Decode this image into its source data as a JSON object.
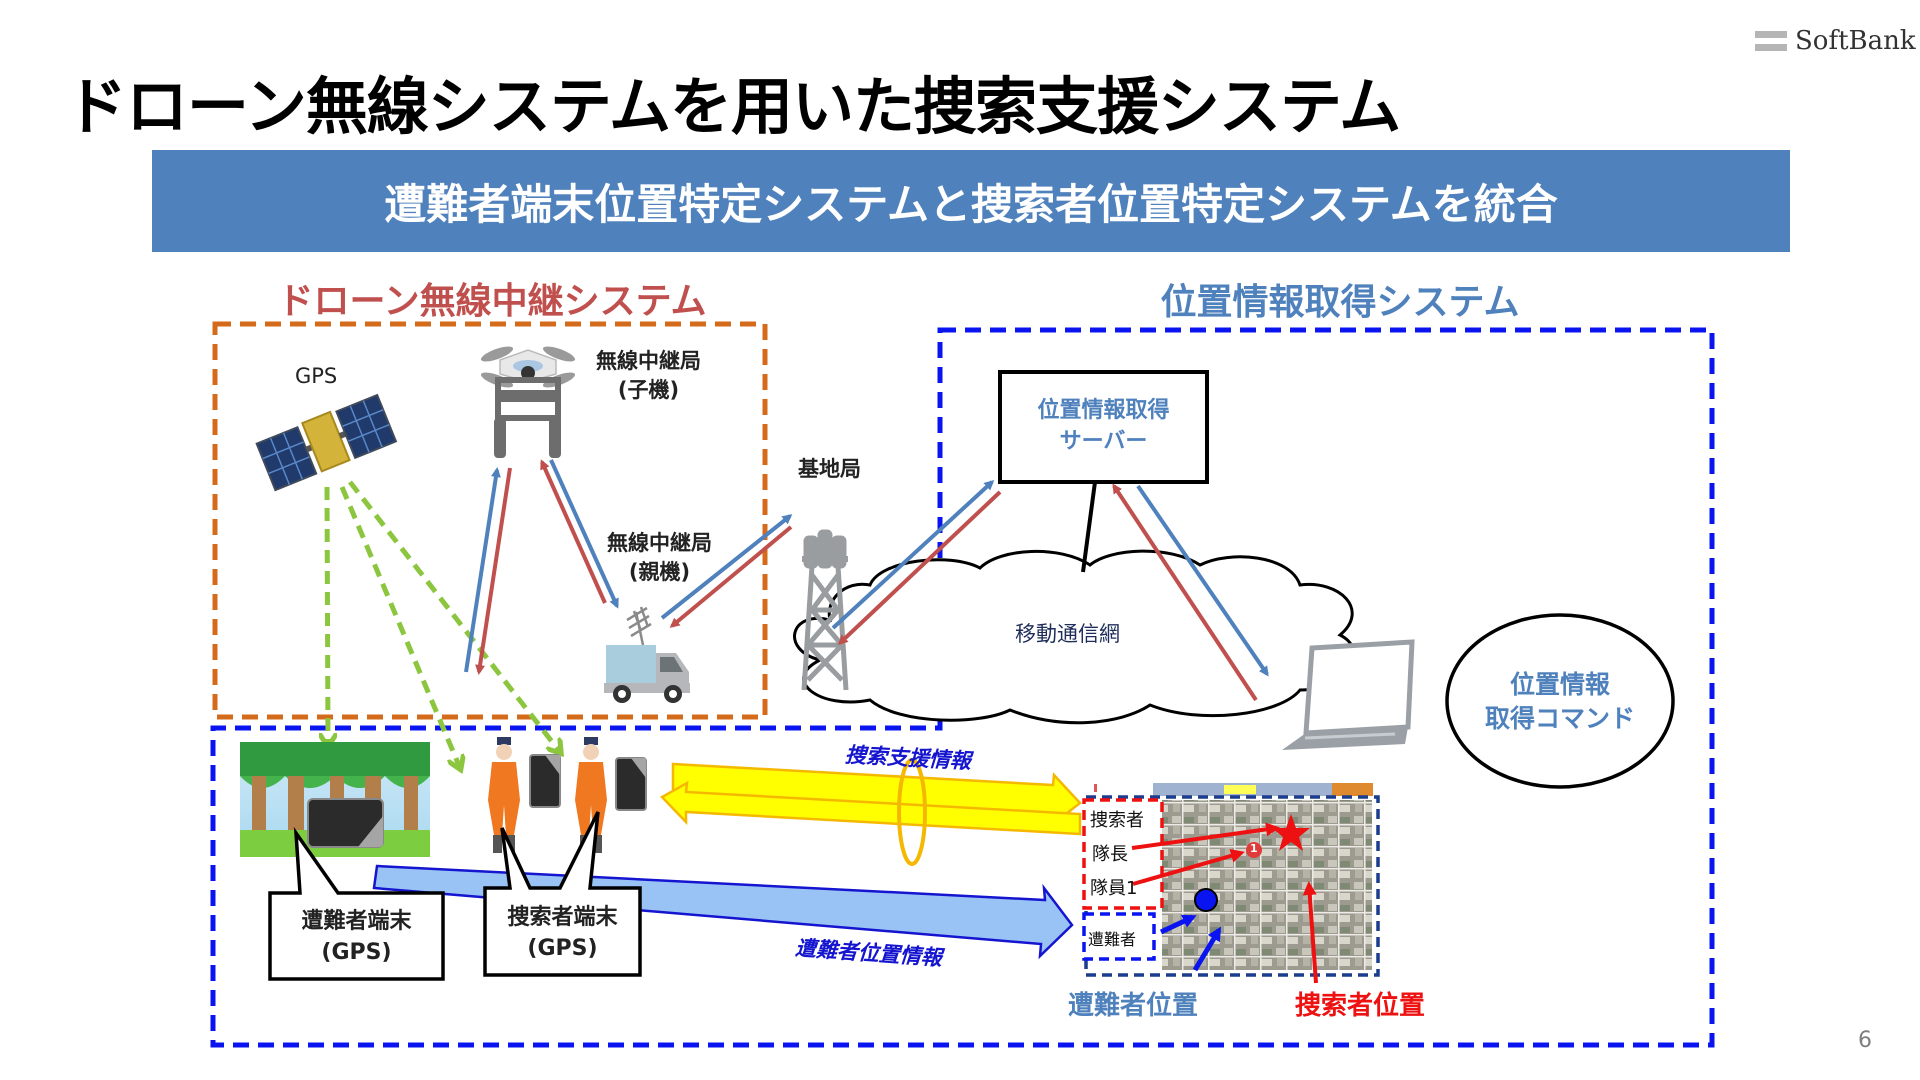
{
  "slide": {
    "title": "ドローン無線システムを用いた捜索支援システム",
    "brand": "SoftBank",
    "banner": "遭難者端末位置特定システムと捜索者位置特定システムを統合",
    "page_number": "6"
  },
  "colors": {
    "banner_bg": "#4f81bd",
    "drone_system": "#c0504d",
    "drone_box_border": "#d46b1a",
    "location_system": "#4f81bd",
    "location_box_border": "#0a14f0",
    "uplink_arrow": "#4f81bd",
    "downlink_arrow": "#c0504d",
    "gps_signal": "#8cc63f",
    "support_info_arrow": "#ffff00",
    "victim_info_arrow": "#99c3f5",
    "searcher_marker": "#ee1111",
    "victim_marker": "#0a14f0"
  },
  "drone_system": {
    "title": "ドローン無線中継システム",
    "gps_label": "GPS",
    "child_relay": {
      "line1": "無線中継局",
      "line2": "(子機)"
    },
    "parent_relay": {
      "line1": "無線中継局",
      "line2": "(親機)"
    },
    "base_station": "基地局"
  },
  "location_system": {
    "title": "位置情報取得システム",
    "server": {
      "line1": "位置情報取得",
      "line2": "サーバー"
    },
    "network": "移動通信網",
    "command": {
      "line1": "位置情報",
      "line2": "取得コマンド"
    }
  },
  "field": {
    "victim_terminal": {
      "line1": "遭難者端末",
      "line2": "(GPS)"
    },
    "searcher_terminal": {
      "line1": "捜索者端末",
      "line2": "(GPS)"
    },
    "support_info_label": "捜索支援情報",
    "victim_info_label": "遭難者位置情報"
  },
  "map": {
    "legend_searcher_header": "捜索者",
    "legend_leader": "隊長",
    "legend_member": "隊員1",
    "legend_victim": "遭難者",
    "member_marker_number": "1",
    "victim_position_label": "遭難者位置",
    "searcher_position_label": "捜索者位置"
  },
  "icons": {
    "satellite": "satellite-icon",
    "drone": "drone-icon",
    "relay_truck": "relay-truck-icon",
    "tower": "cell-tower-icon",
    "cloud": "cloud-icon",
    "laptop": "laptop-icon",
    "forest": "forest-icon",
    "searcher": "rescuer-icon",
    "terminal": "gps-terminal-icon",
    "star": "star-icon"
  }
}
